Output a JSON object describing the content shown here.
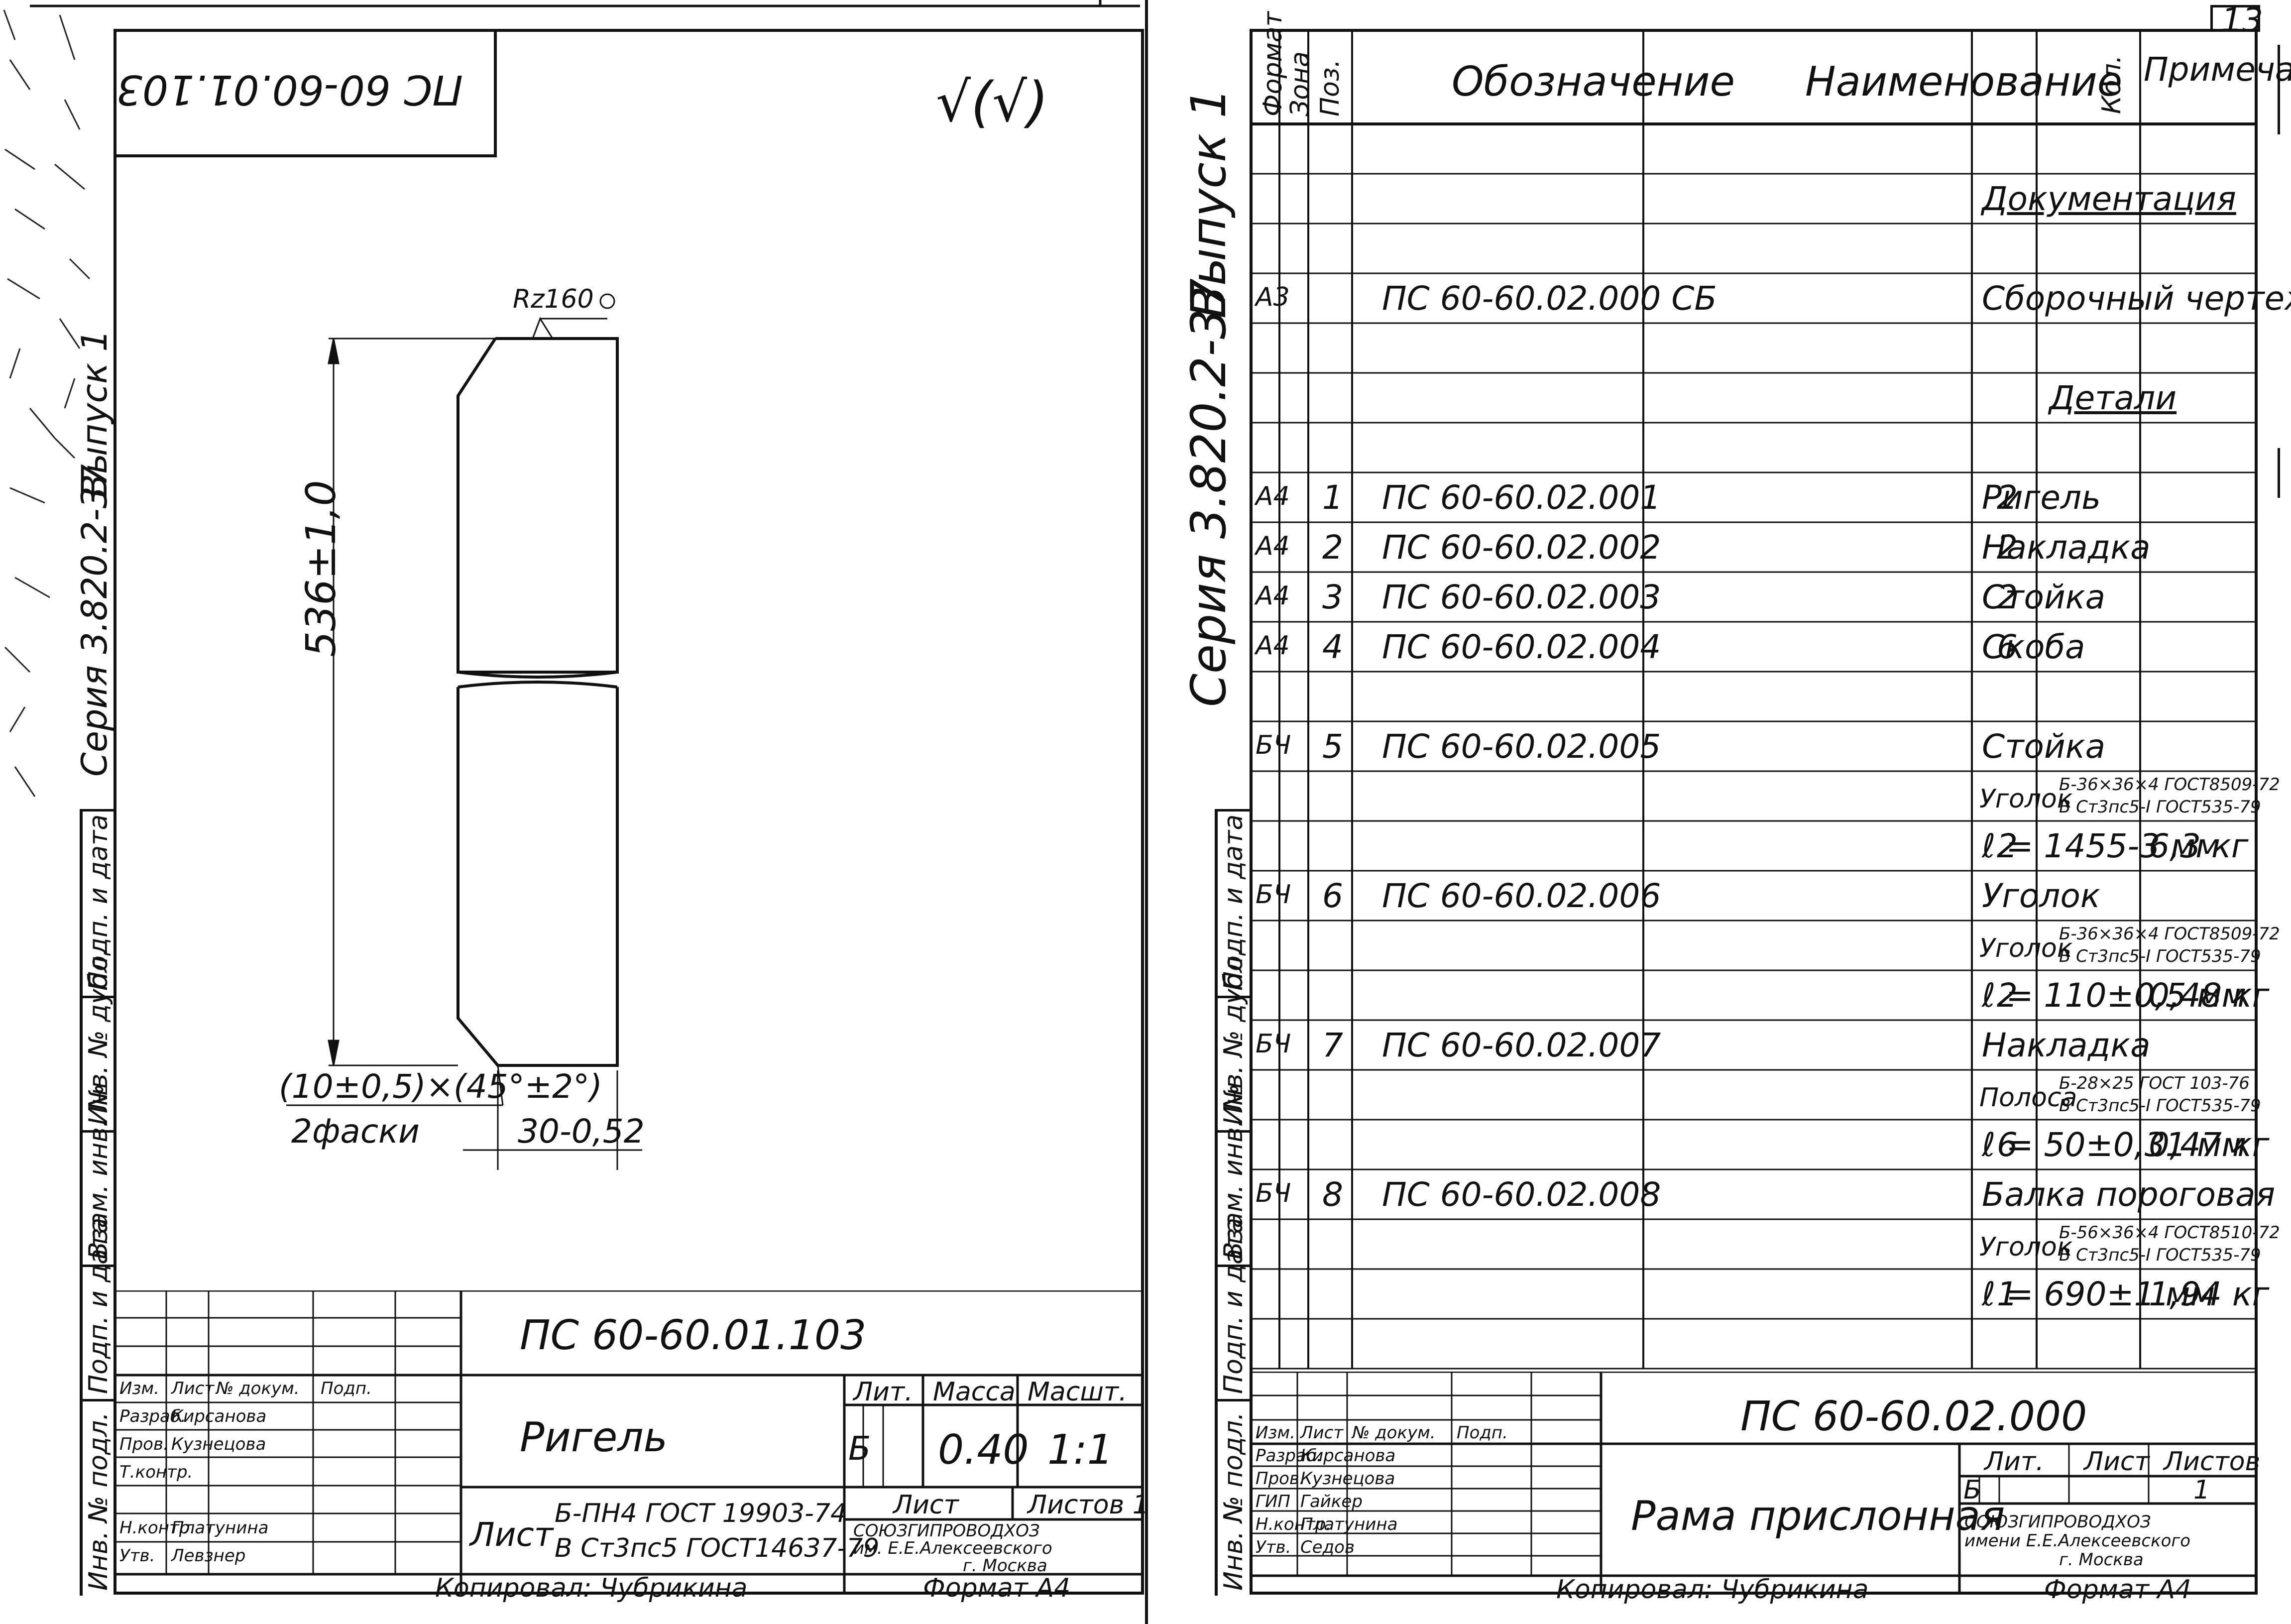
{
  "page": {
    "sheet_number": "13"
  },
  "left_sheet": {
    "mirrored_code": "ПС 60-60.01.103",
    "roughness_general": "√(√)",
    "roughness_local": "Rz160",
    "dim_length": "536±1,0",
    "chamfer_dim": "(10±0,5)×(45°±2°)",
    "chamfer_note": "2фаски",
    "dim_width": "30-0,52",
    "side_strip": [
      "Выпуск 1",
      "Серия 3.820.2-37"
    ],
    "title_block": {
      "code": "ПС 60-60.01.103",
      "name": "Ригель",
      "material_head": "Лист",
      "material_line1": "Б-ПН4 ГОСТ 19903-74",
      "material_line2": "В Ст3пс5 ГОСТ14637-79",
      "lit_header": "Лит.",
      "mass_header": "Масса",
      "scale_header": "Масшт.",
      "lit": "Б",
      "mass": "0.40",
      "scale": "1:1",
      "sheet_header": "Лист",
      "sheets_header": "Листов 1",
      "org1": "СОЮЗГИПРОВОДХОЗ",
      "org2": "им. Е.Е.Алексеевского",
      "org3": "г. Москва",
      "copied": "Копировал: Чубрикина",
      "format": "Формат А4",
      "roles": [
        {
          "role": "Изм.",
          "name": "Лист",
          "sign": "№ докум.",
          "date": "Подп."
        },
        {
          "role": "Разраб.",
          "name": "Кирсанова",
          "sign": "",
          "date": ""
        },
        {
          "role": "Пров.",
          "name": "Кузнецова",
          "sign": "",
          "date": ""
        },
        {
          "role": "Т.контр.",
          "name": "",
          "sign": "",
          "date": ""
        },
        {
          "role": "",
          "name": "",
          "sign": "",
          "date": ""
        },
        {
          "role": "Н.контр.",
          "name": "Платунина",
          "sign": "",
          "date": ""
        },
        {
          "role": "Утв.",
          "name": "Левзнер",
          "sign": "",
          "date": ""
        }
      ]
    },
    "stamps": [
      "Подп. и дата",
      "Инв. № дубл.",
      "Взам. инв. №",
      "Подп. и дата",
      "Инв. № подл."
    ]
  },
  "right_sheet": {
    "side_strip": [
      "Выпуск 1",
      "Серия 3.820.2-37"
    ],
    "headers": {
      "format": "Формат",
      "zone": "Зона",
      "pos": "Поз.",
      "designation": "Обозначение",
      "name": "Наименование",
      "qty": "Кол.",
      "note": "Примечание"
    },
    "rows": [
      {
        "fmt": "",
        "pos": "",
        "des": "",
        "name": "",
        "qty": "",
        "note": ""
      },
      {
        "fmt": "",
        "pos": "",
        "des": "",
        "name": "Документация",
        "qty": "",
        "note": "",
        "u": true
      },
      {
        "fmt": "",
        "pos": "",
        "des": "",
        "name": "",
        "qty": "",
        "note": ""
      },
      {
        "fmt": "А3",
        "pos": "",
        "des": "ПС 60-60.02.000 СБ",
        "name": "Сборочный чертеж",
        "qty": "",
        "note": ""
      },
      {
        "fmt": "",
        "pos": "",
        "des": "",
        "name": "",
        "qty": "",
        "note": ""
      },
      {
        "fmt": "",
        "pos": "",
        "des": "",
        "name": "Детали",
        "qty": "",
        "note": "",
        "u": true
      },
      {
        "fmt": "",
        "pos": "",
        "des": "",
        "name": "",
        "qty": "",
        "note": ""
      },
      {
        "fmt": "А4",
        "pos": "1",
        "des": "ПС 60-60.02.001",
        "name": "Ригель",
        "qty": "2",
        "note": ""
      },
      {
        "fmt": "А4",
        "pos": "2",
        "des": "ПС 60-60.02.002",
        "name": "Накладка",
        "qty": "2",
        "note": ""
      },
      {
        "fmt": "А4",
        "pos": "3",
        "des": "ПС 60-60.02.003",
        "name": "Стойка",
        "qty": "2",
        "note": ""
      },
      {
        "fmt": "А4",
        "pos": "4",
        "des": "ПС 60-60.02.004",
        "name": "Скоба",
        "qty": "6",
        "note": ""
      },
      {
        "fmt": "",
        "pos": "",
        "des": "",
        "name": "",
        "qty": "",
        "note": ""
      },
      {
        "fmt": "БЧ",
        "pos": "5",
        "des": "ПС 60-60.02.005",
        "name": "Стойка",
        "qty": "",
        "note": ""
      },
      {
        "fmt": "",
        "pos": "",
        "des": "",
        "name": "",
        "qty": "",
        "note": "",
        "prof": "Уголок",
        "p1": "Б-36×36×4 ГОСТ8509-72",
        "p2": "В Ст3пс5-I ГОСТ535-79"
      },
      {
        "fmt": "",
        "pos": "",
        "des": "",
        "name": "ℓ = 1455-3 мм",
        "qty": "2",
        "note": "6,3 кг"
      },
      {
        "fmt": "БЧ",
        "pos": "6",
        "des": "ПС 60-60.02.006",
        "name": "Уголок",
        "qty": "",
        "note": ""
      },
      {
        "fmt": "",
        "pos": "",
        "des": "",
        "name": "",
        "qty": "",
        "note": "",
        "prof": "Уголок",
        "p1": "Б-36×36×4 ГОСТ8509-72",
        "p2": "В Ст3пс5-I ГОСТ535-79"
      },
      {
        "fmt": "",
        "pos": "",
        "des": "",
        "name": "ℓ = 110±0,5 мм",
        "qty": "2",
        "note": "0,48 кг"
      },
      {
        "fmt": "БЧ",
        "pos": "7",
        "des": "ПС 60-60.02.007",
        "name": "Накладка",
        "qty": "",
        "note": ""
      },
      {
        "fmt": "",
        "pos": "",
        "des": "",
        "name": "",
        "qty": "",
        "note": "",
        "prof": "Полоса",
        "p1": "Б-28×25 ГОСТ 103-76",
        "p2": "В Ст3пс5-I ГОСТ535-79"
      },
      {
        "fmt": "",
        "pos": "",
        "des": "",
        "name": "ℓ = 50±0,31 мм",
        "qty": "6",
        "note": "0,47 кг"
      },
      {
        "fmt": "БЧ",
        "pos": "8",
        "des": "ПС 60-60.02.008",
        "name": "Балка пороговая",
        "qty": "",
        "note": ""
      },
      {
        "fmt": "",
        "pos": "",
        "des": "",
        "name": "",
        "qty": "",
        "note": "",
        "prof": "Уголок",
        "p1": "Б-56×36×4 ГОСТ8510-72",
        "p2": "В Ст3пс5-I ГОСТ535-79"
      },
      {
        "fmt": "",
        "pos": "",
        "des": "",
        "name": "ℓ = 690±1 мм",
        "qty": "1",
        "note": "1,94 кг"
      },
      {
        "fmt": "",
        "pos": "",
        "des": "",
        "name": "",
        "qty": "",
        "note": ""
      }
    ],
    "title_block": {
      "code": "ПС 60-60.02.000",
      "name": "Рама прислонная",
      "lit_header": "Лит.",
      "sheet_header": "Лист",
      "sheets_header": "Листов",
      "lit": "Б",
      "sheets": "1",
      "org1": "СОЮЗГИПРОВОДХОЗ",
      "org2": "имени Е.Е.Алексеевского",
      "org3": "г. Москва",
      "copied": "Копировал: Чубрикина",
      "format": "Формат А4",
      "roles": [
        {
          "role": "Изм.",
          "name": "Лист",
          "sign": "№ докум.",
          "date": "Подп."
        },
        {
          "role": "Разраб.",
          "name": "Кирсанова",
          "sign": "",
          "date": ""
        },
        {
          "role": "Пров.",
          "name": "Кузнецова",
          "sign": "",
          "date": ""
        },
        {
          "role": "ГИП",
          "name": "Гайкер",
          "sign": "",
          "date": ""
        },
        {
          "role": "Н.контр.",
          "name": "Платунина",
          "sign": "",
          "date": ""
        },
        {
          "role": "Утв.",
          "name": "Седов",
          "sign": "",
          "date": ""
        }
      ]
    },
    "stamps": [
      "Подп. и дата",
      "Инв. № дубл.",
      "Взам. инв. №",
      "Подп. и дата",
      "Инв. № подл."
    ]
  }
}
